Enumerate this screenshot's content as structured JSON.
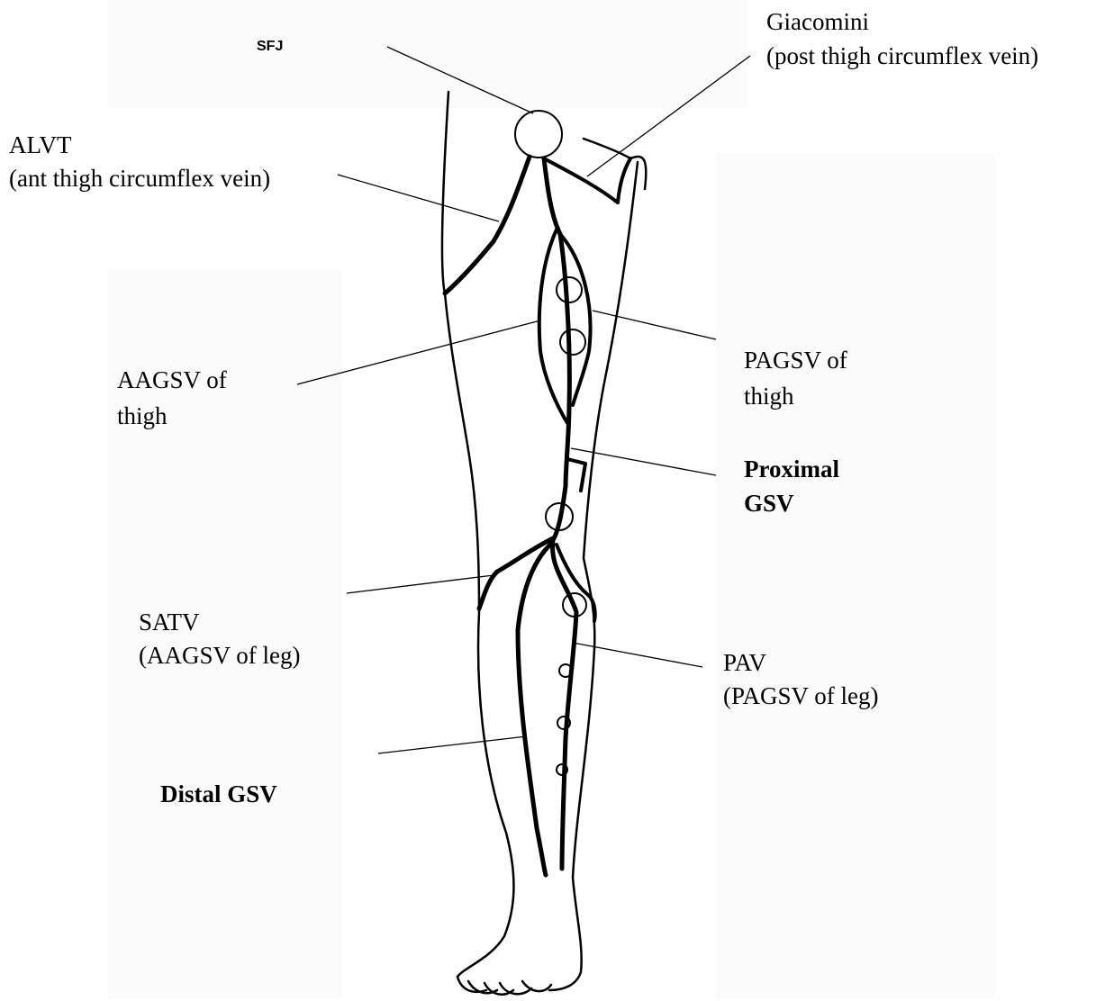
{
  "labels": {
    "sfj": "SFJ",
    "giacomini_1": "Giacomini",
    "giacomini_2": "(post thigh circumflex vein)",
    "alvt_1": "ALVT",
    "alvt_2": "(ant thigh circumflex vein)",
    "aagsv_thigh_1": "AAGSV of",
    "aagsv_thigh_2": "thigh",
    "pagsv_thigh_1": "PAGSV of",
    "pagsv_thigh_2": "thigh",
    "proximal_gsv_1": "Proximal",
    "proximal_gsv_2": "GSV",
    "satv_1": "SATV",
    "satv_2": "(AAGSV of leg)",
    "pav_1": "PAV",
    "pav_2": "(PAGSV of leg)",
    "distal_gsv": "Distal GSV"
  }
}
